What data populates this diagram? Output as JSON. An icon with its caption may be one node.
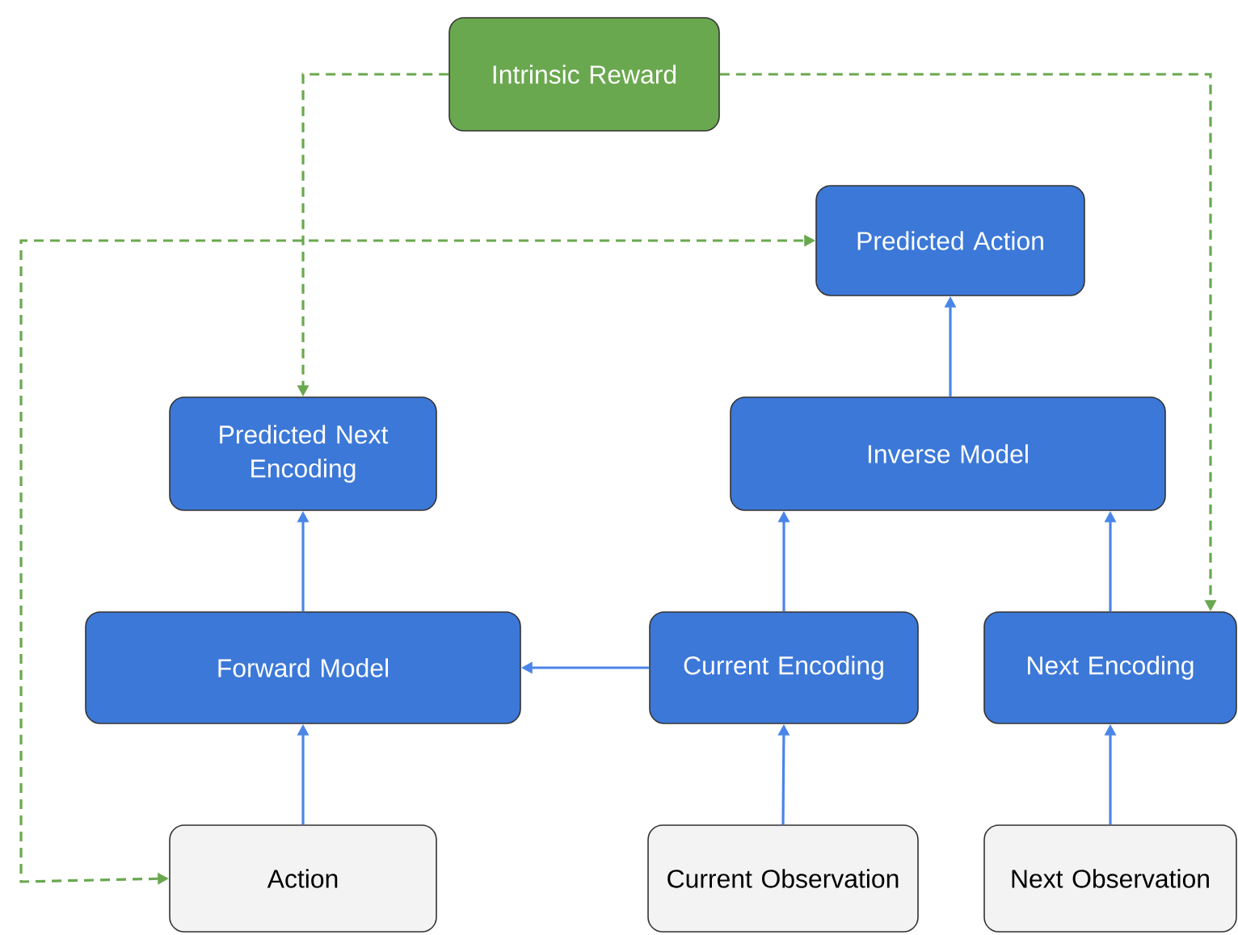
{
  "diagram": {
    "nodes": [
      {
        "text": [
          "Intrinsic Reward"
        ]
      },
      {
        "text": [
          "Predicted Action"
        ]
      },
      {
        "text": [
          "Predicted Next Encoding"
        ]
      },
      {
        "text": [
          "Inverse Model"
        ]
      },
      {
        "text": [
          "Forward Model"
        ]
      },
      {
        "text": [
          "Current Encoding"
        ]
      },
      {
        "text": [
          "Next Encoding"
        ]
      },
      {
        "text": [
          "Action"
        ]
      },
      {
        "text": [
          "Current Observation"
        ]
      },
      {
        "text": [
          "Next Observation"
        ]
      }
    ],
    "edges": [
      {
        "from": 0,
        "to": 2,
        "arrow": "to",
        "style": "dashed",
        "color": "#6aa84f"
      },
      {
        "from": 0,
        "to": 6,
        "arrow": "to",
        "style": "dashed",
        "color": "#6aa84f"
      },
      {
        "from": 7,
        "to": 1,
        "arrow": "both",
        "style": "dashed",
        "color": "#6aa84f"
      },
      {
        "from": 3,
        "to": 1,
        "arrow": "to"
      },
      {
        "from": 4,
        "to": 2,
        "arrow": "to"
      },
      {
        "from": 5,
        "to": 3,
        "arrow": "to"
      },
      {
        "from": 6,
        "to": 3,
        "arrow": "to"
      },
      {
        "from": 5,
        "to": 4,
        "arrow": "to"
      },
      {
        "from": 7,
        "to": 4,
        "arrow": "to"
      },
      {
        "from": 8,
        "to": 5,
        "arrow": "to"
      },
      {
        "from": 9,
        "to": 6,
        "arrow": "to"
      }
    ]
  }
}
